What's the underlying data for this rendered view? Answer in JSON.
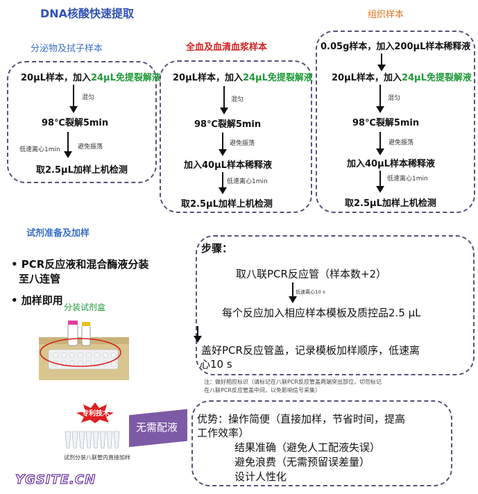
{
  "header": {
    "title": "DNA核酸快速提取",
    "col1_title": "分泌物及拭子样本",
    "col2_title": "全血及血清血浆样本",
    "col3_title": "组织样本"
  },
  "col1": {
    "s1a": "20μL样本，加入",
    "s1b": "24μL",
    "s1c": "免提裂解液",
    "n1": "混匀",
    "s2": "98℃裂解5min",
    "n2a": "低速离心1min",
    "n2b": "避免振荡",
    "s3": "取2.5μL加样上机检测"
  },
  "col2": {
    "s1a": "20μL样本，加入",
    "s1b": "24μL",
    "s1c": "免提裂解液",
    "n1": "混匀",
    "s2": "98℃裂解5min",
    "n2": "避免振荡",
    "s3": "加入40μL样本稀释液",
    "n3": "低速离心1min",
    "s4": "取2.5μL加样上机检测"
  },
  "col3": {
    "s0": "0.05g样本，加入200μL样本稀释液",
    "s1a": "20μL样本，加入",
    "s1b": "24μL",
    "s1c": "免提裂解液",
    "n1": "混匀",
    "s2": "98℃裂解5min",
    "n2": "避免振荡",
    "s3": "加入40μL样本稀释液",
    "n3": "低速离心1min",
    "s4": "取2.5μL加样上机检测"
  },
  "reagent": {
    "title": "试剂准备及加样",
    "bullet1a": "• PCR反应液和混合酶液分装",
    "bullet1b": "至八连管",
    "bullet2": "• 加样即用",
    "kit_label": "分装试剂盒",
    "patent_badge": "专利技术",
    "strip_caption": "试剂分装八联管内直接加样",
    "no_mix_label": "无需配液"
  },
  "steps": {
    "heading": "步骤：",
    "s1": "取八联PCR反应管（样本数+2）",
    "n1": "低速离心10 s",
    "s2": "每个反应加入相应样本模板及质控品2.5 μL",
    "s3a": "盖好PCR反应管盖，记录模板加样顺序，低速离",
    "s3b": "心10 s",
    "note1": "注：做好相应标识（请标记在八联PCR反应管盖两端突出部位，切勿标记",
    "note2": "在八联PCR反应管盖中间，以免影响信号采集）"
  },
  "advantages": {
    "line1": "优势：操作简便（直接加样，节省时间，提高",
    "line2": "工作效率）",
    "item1": "结果准确（避免人工配液失误）",
    "item2": "避免浪费（无需预留误差量）",
    "item3": "设计人性化"
  },
  "watermark": "YGSITE.CN",
  "colors": {
    "title_blue": "#2f52b5",
    "green": "#1f9a3a",
    "red": "#d42020",
    "orange": "#e0731a",
    "box_border": "#5b4e7a",
    "purple_label": "#7d5aa6"
  }
}
